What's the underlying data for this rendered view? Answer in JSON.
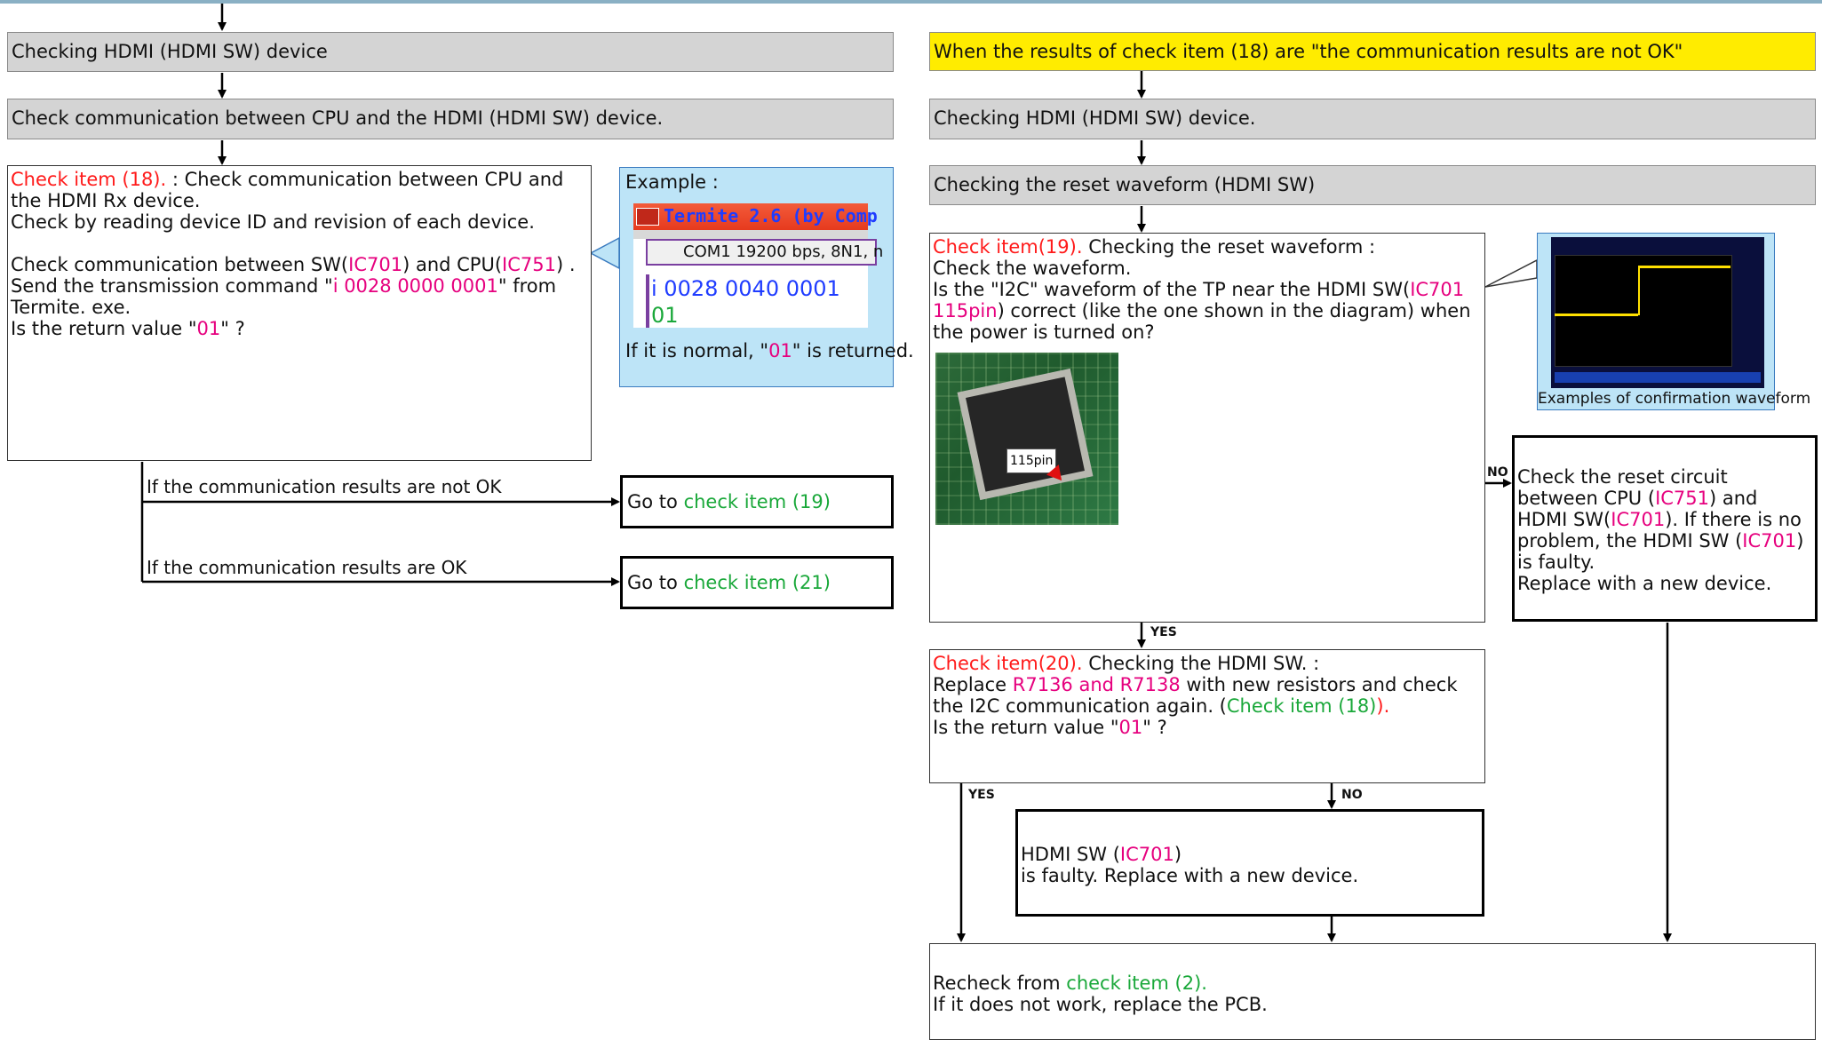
{
  "left": {
    "box1": "Checking HDMI (HDMI SW) device",
    "box2": "Check communication between CPU and the HDMI (HDMI SW) device.",
    "check18": {
      "prefix": "Check item (18).",
      "title": " : Check communication between CPU and the HDMI Rx device.",
      "line2": "Check by reading device ID and revision of each device.",
      "l3a": "Check communication between SW(",
      "ic701": "IC701",
      "l3b": ") and CPU(",
      "ic751": "IC751",
      "l3c": ") .",
      "l4a": "Send the transmission command \"",
      "cmd": "i 0028 0000 0001",
      "l4b": "\" from Termite. exe.",
      "l5a": "Is the return value \"",
      "val": "01",
      "l5b": "\" ?"
    },
    "example": {
      "label": "Example :",
      "app_title": "Termite 2.6  (by Comp",
      "port_line": "COM1 19200 bps, 8N1, n",
      "sent": "i 0028 0040 0001",
      "recv": "01",
      "note_a": "If it is normal, \"",
      "note_val": "01",
      "note_b": "\" is returned."
    },
    "branch_not_ok": "If the communication results are not OK",
    "branch_ok": "If the communication results are OK",
    "goto19_a": "Go to ",
    "goto19_b": "check item (19)",
    "goto21_a": "Go to ",
    "goto21_b": "check item (21)"
  },
  "right": {
    "yellow": "When the results of check item (18) are \"the communication results are not OK\"",
    "box1": "Checking HDMI (HDMI SW) device.",
    "box2": "Checking the reset waveform (HDMI SW)",
    "check19": {
      "prefix": "Check item(19).",
      "title": " Checking the reset waveform :",
      "line2": "Check the waveform.",
      "l3a": "Is the \"I2C\" waveform of the TP near the HDMI SW(",
      "pin": "IC701 115pin",
      "l3b": ") correct (like the one shown in the diagram) when the power is turned on?",
      "pin_label": "115pin"
    },
    "waveform_caption": "Examples of confirmation waveform",
    "no_label": "NO",
    "reset_box": {
      "a": "Check the reset circuit between CPU (",
      "ic751": "IC751",
      "b": ") and HDMI SW(",
      "ic701": "IC701",
      "c": "). If there is no problem, the HDMI SW (",
      "ic701b": "IC701",
      "d": ") is faulty.",
      "e": "Replace with a new device."
    },
    "yes_label": "YES",
    "check20": {
      "prefix": "Check item(20).",
      "title": " Checking the HDMI SW. :",
      "l2a": "Replace ",
      "res": "R7136 and R7138",
      "l2b": " with new resistors and check the I2C communication again. (",
      "ref": "Check item (18)",
      "l2c": ").",
      "l3a": "Is the return value \"",
      "val": "01",
      "l3b": "\" ?"
    },
    "yes2": "YES",
    "no2": "NO",
    "faulty": {
      "a": "HDMI SW (",
      "ic": "IC701",
      "b": ")",
      "c": "is faulty.  Replace with a new device."
    },
    "recheck": {
      "a": "Recheck from ",
      "ref": "check item (2).",
      "b": "If it does not work, replace the PCB."
    }
  }
}
